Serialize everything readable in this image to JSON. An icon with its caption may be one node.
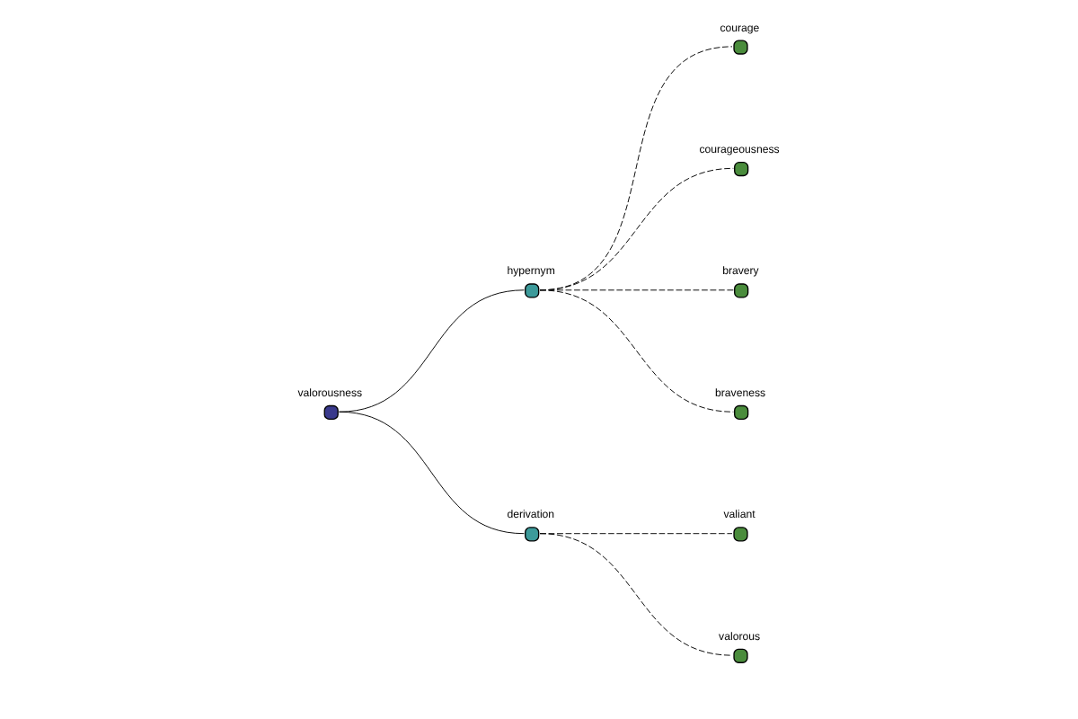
{
  "diagram": {
    "nodes": [
      {
        "text": [
          "valorousness"
        ]
      },
      {
        "text": [
          "hypernym"
        ]
      },
      {
        "text": [
          "courage"
        ]
      },
      {
        "text": [
          "courageousness"
        ]
      },
      {
        "text": [
          "bravery"
        ]
      },
      {
        "text": [
          "braveness"
        ]
      },
      {
        "text": [
          "derivation"
        ]
      },
      {
        "text": [
          "valiant"
        ]
      },
      {
        "text": [
          "valorous"
        ]
      }
    ],
    "edges": [
      {
        "from": 0,
        "to": 1,
        "arrow": "none"
      },
      {
        "from": 1,
        "to": 2,
        "arrow": "none",
        "style": "dashed"
      },
      {
        "from": 1,
        "to": 3,
        "arrow": "none",
        "style": "dashed"
      },
      {
        "from": 1,
        "to": 4,
        "arrow": "none",
        "style": "dashed"
      },
      {
        "from": 1,
        "to": 5,
        "arrow": "none",
        "style": "dashed"
      },
      {
        "from": 0,
        "to": 6,
        "arrow": "none"
      },
      {
        "from": 6,
        "to": 7,
        "arrow": "none",
        "style": "dashed"
      },
      {
        "from": 6,
        "to": 8,
        "arrow": "none",
        "style": "dashed"
      }
    ]
  }
}
